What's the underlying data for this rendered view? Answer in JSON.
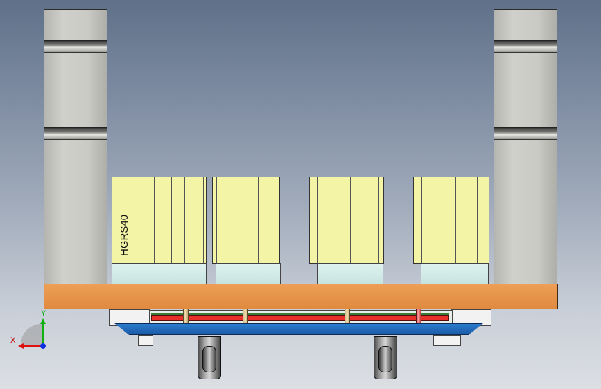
{
  "model": {
    "block_label": "HGRS40"
  },
  "triad": {
    "x_label": "X",
    "y_label": "Y",
    "x_color": "#e01010",
    "y_color": "#10b010",
    "z_color": "#1030e0"
  },
  "colors": {
    "background_top": "#5f7088",
    "background_bottom": "#dcdfe4",
    "pillar": "#cacac5",
    "block": "#f4f4a6",
    "plate": "#e59048",
    "rail": "#e7302a",
    "base_plate": "#2070bd"
  }
}
